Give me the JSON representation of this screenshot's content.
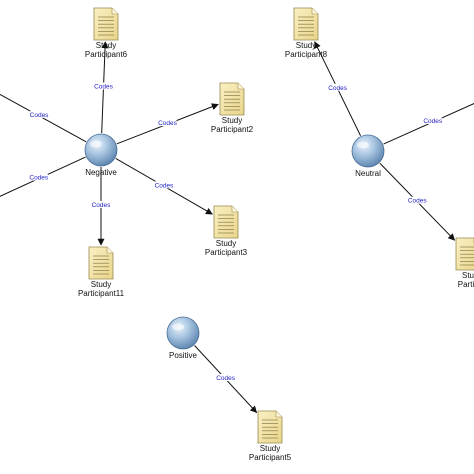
{
  "colors": {
    "background": "#ffffff",
    "edge": "#111111",
    "edge_label": "#1c1cc4",
    "code_sphere": "#8fb2d6",
    "document_fill": "#f3e3a3",
    "document_stroke": "#9a8a50"
  },
  "edge_label": "Codes",
  "codes": [
    {
      "id": "negative",
      "label": "Negative",
      "icon": "sphere-icon"
    },
    {
      "id": "neutral",
      "label": "Neutral",
      "icon": "sphere-icon"
    },
    {
      "id": "positive",
      "label": "Positive",
      "icon": "sphere-icon"
    }
  ],
  "documents": [
    {
      "id": "p6",
      "label_line1": "Study",
      "label_line2": "Participant6",
      "icon": "document-icon"
    },
    {
      "id": "p2",
      "label_line1": "Study",
      "label_line2": "Participant2",
      "icon": "document-icon"
    },
    {
      "id": "p3",
      "label_line1": "Study",
      "label_line2": "Participant3",
      "icon": "document-icon"
    },
    {
      "id": "p11",
      "label_line1": "Study",
      "label_line2": "Participant11",
      "icon": "document-icon"
    },
    {
      "id": "p8",
      "label_line1": "Study",
      "label_line2": "Participant8",
      "icon": "document-icon"
    },
    {
      "id": "p5",
      "label_line1": "Study",
      "label_line2": "Participant5",
      "icon": "document-icon"
    },
    {
      "id": "pr",
      "label_line1": "Stu",
      "label_line2": "Partic",
      "icon": "document-icon"
    }
  ],
  "links": [
    {
      "from": "negative",
      "to": "p6",
      "label": "Codes"
    },
    {
      "from": "negative",
      "to": "p2",
      "label": "Codes"
    },
    {
      "from": "negative",
      "to": "p3",
      "label": "Codes"
    },
    {
      "from": "negative",
      "to": "p11",
      "label": "Codes"
    },
    {
      "from": "negative",
      "to": "offscreen-left-top",
      "label": "Codes"
    },
    {
      "from": "negative",
      "to": "offscreen-left-bottom",
      "label": "Codes"
    },
    {
      "from": "neutral",
      "to": "p8",
      "label": "Codes"
    },
    {
      "from": "neutral",
      "to": "offscreen-right-top",
      "label": "Codes"
    },
    {
      "from": "neutral",
      "to": "pr",
      "label": "Codes"
    },
    {
      "from": "positive",
      "to": "p5",
      "label": "Codes"
    }
  ]
}
